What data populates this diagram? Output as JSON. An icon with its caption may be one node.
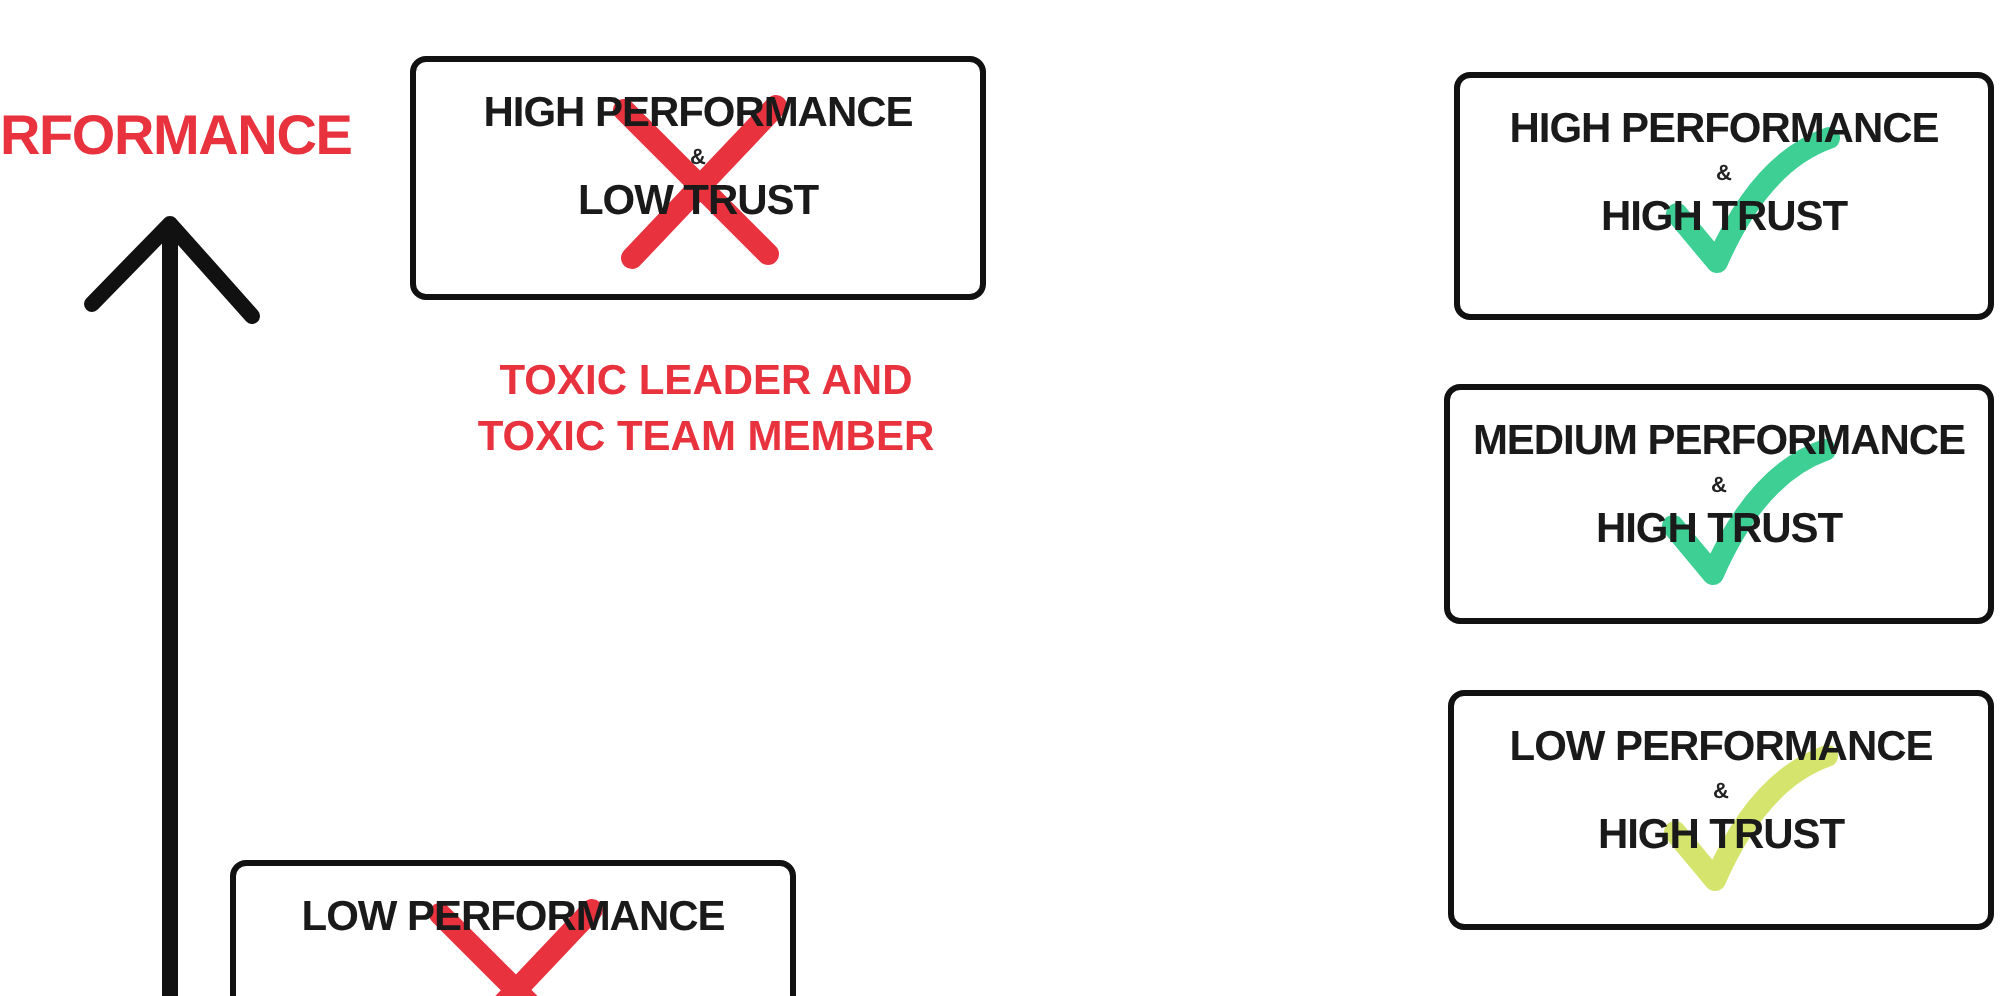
{
  "diagram": {
    "nodes": [
      {
        "text": [
          "HIGH PERFORMANCE",
          "&",
          "LOW TRUST"
        ],
        "beside": [
          "TOXIC LEADER AND TOXIC TEAM MEMBER"
        ]
      },
      {
        "text": [
          "HIGH PERFORMANCE",
          "&",
          "HIGH TRUST"
        ]
      },
      {
        "text": [
          "MEDIUM PERFORMANCE",
          "&",
          "HIGH TRUST"
        ]
      },
      {
        "text": [
          "LOW PERFORMANCE",
          "&",
          "HIGH TRUST"
        ]
      },
      {
        "text": [
          "LOW PERFORMANCE"
        ]
      }
    ],
    "labels": [
      "RFORMANCE"
    ]
  }
}
